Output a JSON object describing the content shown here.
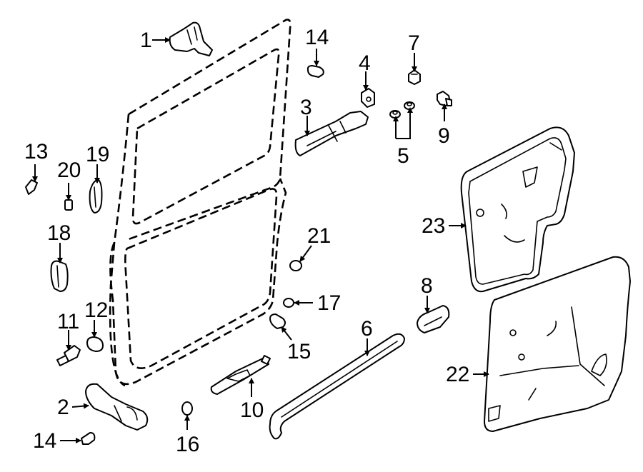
{
  "callouts": [
    {
      "id": "c1",
      "text": "1"
    },
    {
      "id": "c2",
      "text": "2"
    },
    {
      "id": "c3",
      "text": "3"
    },
    {
      "id": "c4",
      "text": "4"
    },
    {
      "id": "c5",
      "text": "5"
    },
    {
      "id": "c6",
      "text": "6"
    },
    {
      "id": "c7",
      "text": "7"
    },
    {
      "id": "c8",
      "text": "8"
    },
    {
      "id": "c9",
      "text": "9"
    },
    {
      "id": "c10",
      "text": "10"
    },
    {
      "id": "c11",
      "text": "11"
    },
    {
      "id": "c12",
      "text": "12"
    },
    {
      "id": "c13",
      "text": "13"
    },
    {
      "id": "c14a",
      "text": "14"
    },
    {
      "id": "c14b",
      "text": "14"
    },
    {
      "id": "c15",
      "text": "15"
    },
    {
      "id": "c16",
      "text": "16"
    },
    {
      "id": "c17",
      "text": "17"
    },
    {
      "id": "c18",
      "text": "18"
    },
    {
      "id": "c19",
      "text": "19"
    },
    {
      "id": "c20",
      "text": "20"
    },
    {
      "id": "c21",
      "text": "21"
    },
    {
      "id": "c22",
      "text": "22"
    },
    {
      "id": "c23",
      "text": "23"
    }
  ]
}
